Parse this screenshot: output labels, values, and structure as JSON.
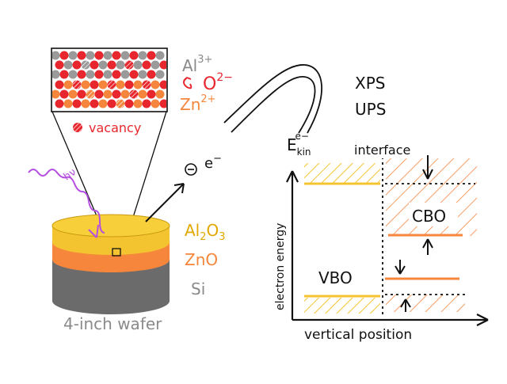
{
  "ions": {
    "al_base": "Al",
    "al_sup": "3+",
    "o_base": "O",
    "o_sup": "2−",
    "zn_base": "Zn",
    "zn_sup": "2+",
    "vacancy": "vacancy"
  },
  "photon_label": "hν",
  "electron_label": "e",
  "electron_sup": "−",
  "ekin": {
    "base": "E",
    "sub": "kin",
    "sup": "e−"
  },
  "techniques": {
    "xps": "XPS",
    "ups": "UPS"
  },
  "layers": {
    "top_base": "Al",
    "top_sub": "2",
    "top_mid": "O",
    "top_sub2": "3",
    "middle": "ZnO",
    "bottom": "Si"
  },
  "wafer_label": "4-inch wafer",
  "band_diagram": {
    "interface_label": "interface",
    "cbo_label": "CBO",
    "vbo_label": "VBO",
    "y_axis_label": "electron energy",
    "x_axis_label": "vertical position"
  },
  "colors": {
    "al2o3": "#f4c430",
    "zno": "#f5863c",
    "si": "#6b6b6b",
    "oxygen": "#e8262d",
    "aluminum": "#9a9a9a",
    "photon": "#b44fe0",
    "ink": "#111111"
  }
}
